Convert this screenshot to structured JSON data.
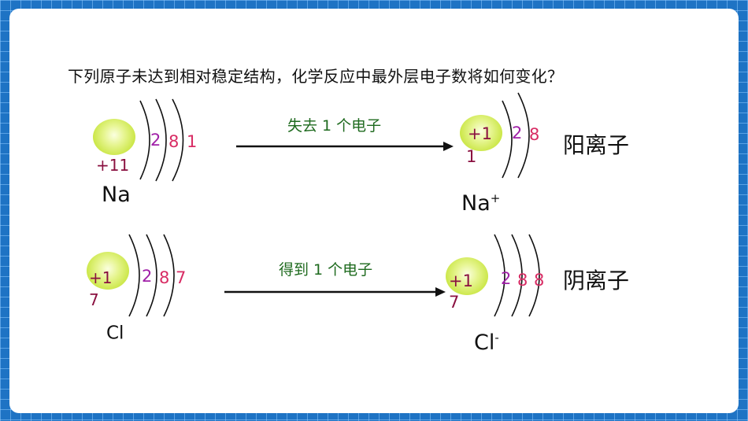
{
  "question": "下列原子未达到相对稳定结构，化学反应中最外层电子数将如何变化？",
  "rows": [
    {
      "atom": {
        "charge": "+11",
        "charge_line1": "",
        "charge_line2": "",
        "electrons": [
          "2",
          "8",
          "1"
        ],
        "symbol": "Na",
        "superscript": ""
      },
      "action": "失去 1 个电子",
      "ion": {
        "charge_line1": "+1",
        "charge_line2": "1",
        "electrons": [
          "2",
          "8"
        ],
        "symbol": "Na",
        "superscript": "+"
      },
      "ion_type": "阳离子"
    },
    {
      "atom": {
        "charge": "",
        "charge_line1": "+1",
        "charge_line2": "7",
        "electrons": [
          "2",
          "8",
          "7"
        ],
        "symbol": "Cl",
        "superscript": ""
      },
      "action": "得到 1 个电子",
      "ion": {
        "charge_line1": "+1",
        "charge_line2": "7",
        "electrons": [
          "2",
          "8",
          "8"
        ],
        "symbol": "Cl",
        "superscript": "-"
      },
      "ion_type": "阴离子"
    }
  ],
  "colors": {
    "background": "#1e73c4",
    "nucleus": "#c6e43a",
    "nuclear_charge": "#8a1040",
    "electron_first_shell": "#a020a8",
    "electron_outer_shells": "#d82c64",
    "action_text": "#1e6a1e"
  }
}
